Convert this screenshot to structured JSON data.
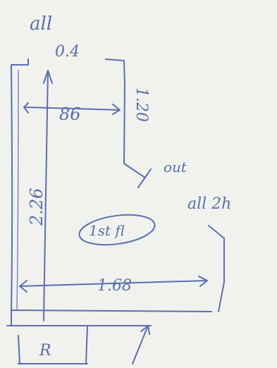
{
  "colors": {
    "paper": "#f1f2ee",
    "ink": "#5a6fb0"
  },
  "labels": {
    "top_note": "all",
    "top_width": "0.4",
    "upper_width": "86",
    "right_upper": "1.20",
    "height": "2.26",
    "out_note": "out",
    "corner_note": "all 2h",
    "room_label": "1st fl",
    "lower_width": "1.68",
    "bottom_box": "R"
  }
}
